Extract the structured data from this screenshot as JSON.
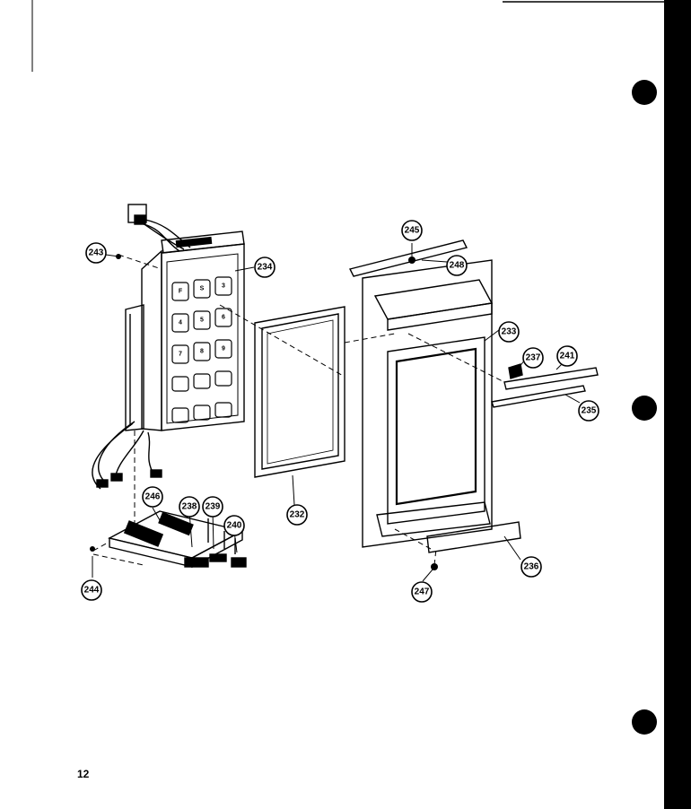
{
  "page_number": "12",
  "callouts": [
    "243",
    "234",
    "245",
    "248",
    "233",
    "237",
    "241",
    "235",
    "232",
    "246",
    "238",
    "239",
    "240",
    "244",
    "247",
    "236"
  ],
  "keypad_keys": [
    "F",
    "S",
    "3",
    "4",
    "5",
    "6",
    "7",
    "8",
    "9",
    "",
    "",
    "",
    "",
    "",
    ""
  ],
  "colors": {
    "ink": "#000000",
    "paper": "#ffffff"
  }
}
